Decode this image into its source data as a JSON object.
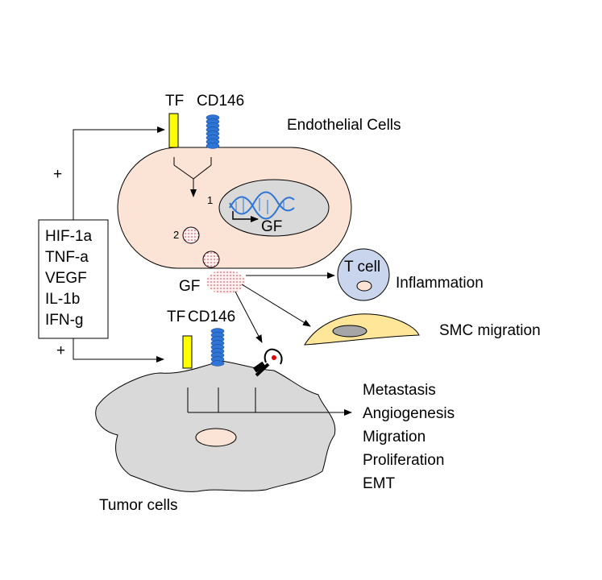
{
  "labels": {
    "tf_top": "TF",
    "cd146_top": "CD146",
    "endothelial": "Endothelial Cells",
    "num1": "1",
    "num2": "2",
    "gf_nucleus": "GF",
    "gf_secreted": "GF",
    "t_cell": "T cell",
    "inflammation": "Inflammation",
    "smc_migration": "SMC migration",
    "tf_bottom": "TF",
    "cd146_bottom": "CD146",
    "tumor_cells": "Tumor cells",
    "plus_top": "+",
    "plus_bottom": "+"
  },
  "factors": [
    "HIF-1a",
    "TNF-a",
    "VEGF",
    "IL-1b",
    "IFN-g"
  ],
  "outcomes": [
    "Metastasis",
    "Angiogenesis",
    "Migration",
    "Proliferation",
    "EMT"
  ],
  "colors": {
    "endothelial_fill": "#fbe3d6",
    "nucleus_fill": "#d9d9d9",
    "tumor_fill": "#d9d9d9",
    "tf_fill": "#ffff00",
    "cd146_blue": "#2e75d6",
    "tcell_fill": "#c9d5ec",
    "smc_fill": "#ffe699",
    "dot_red": "#e00000"
  }
}
